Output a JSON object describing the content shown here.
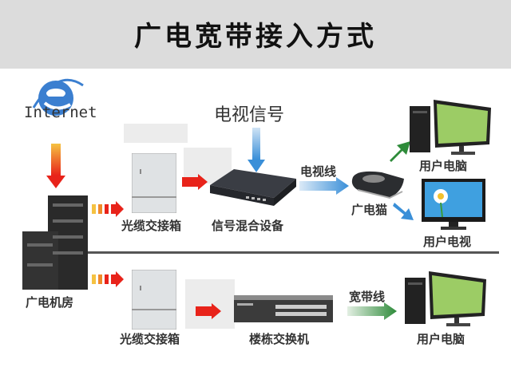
{
  "title": "广电宽带接入方式",
  "internet_label": "Internet",
  "tv_signal_label": "电视信号",
  "top_row": {
    "cabinet_label": "光缆交接箱",
    "mixer_label": "信号混合设备",
    "tv_cable_label": "电视线",
    "modem_label": "广电猫",
    "user_pc_label": "用户电脑",
    "user_tv_label": "用户电视"
  },
  "server_room_label": "广电机房",
  "bottom_row": {
    "cabinet_label": "光缆交接箱",
    "switch_label": "楼栋交换机",
    "broadband_cable_label": "宽带线",
    "user_pc_label": "用户电脑"
  },
  "colors": {
    "banner": "#dcdcdc",
    "red_arrow": "#e8231a",
    "blue_arrow": "#3a8fd8",
    "green_arrow": "#2e8b3a",
    "divider": "#555555"
  }
}
